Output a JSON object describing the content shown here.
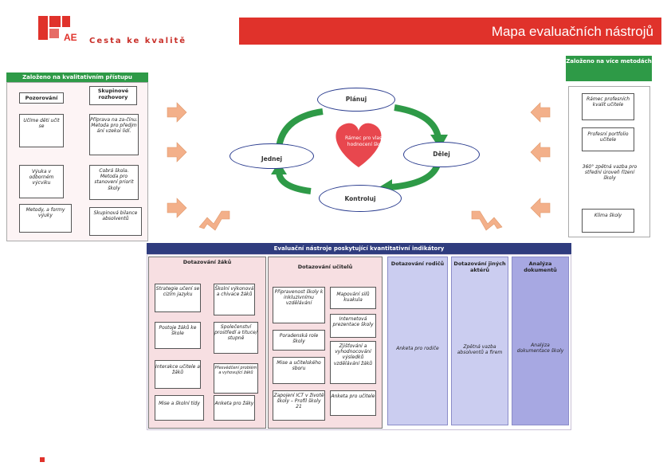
{
  "header": {
    "title": "Mapa evaluačních nástrojů",
    "tagline": "Cesta ke kvalitě",
    "logo_text": "AE"
  },
  "qualitative": {
    "title": "Založeno na kvalitativním přístupu",
    "col1_header": "Pozorování",
    "col2_header": "Skupinové rozhovory",
    "col1_items": [
      "Učíme děti učit se",
      "Výuka v odborném výcviku",
      "Metody, a formy výuky"
    ],
    "col2_items": [
      "Příprava na za-čínu. Metoda pro předjm ání vzekoi lidí.",
      "Cobrá škola. Metoda pro stanovení priorit školy",
      "Skupinová bilance absolventů"
    ]
  },
  "multi_methods": {
    "title": "Založeno na více metodách",
    "items": [
      "Rámec profesních kvalit učitele",
      "Profesní portfolio učitele",
      "360° zpětná vazba pro střední úroveň řízení školy",
      "Klima školy"
    ]
  },
  "cycle": {
    "plan": "Plánuj",
    "do": "Jednej",
    "act": "Dělej",
    "check": "Kontroluj",
    "heart": "Rámec pro vlastní hodnocení školy"
  },
  "quantitative": {
    "title": "Evaluační nástroje poskytující kvantitativní indikátory",
    "students": {
      "header": "Dotazování žáků",
      "items": [
        "Strategie učení se cizím jazyku",
        "Školní výkonová a chivace žáků",
        "Postoje žáků ke škole",
        "Společenství prostředí a tituce/ stupně",
        "Interakce učitele a žáků",
        "Přesvědčení problém a vyhovující žáků",
        "Mise a školní tídy",
        "Anketa pro žáky"
      ]
    },
    "teachers": {
      "header": "Dotazování učitelů",
      "items": [
        "Připravenost školy k inkluzivnímu vzdělávání",
        "Mapování silů kuakula",
        "Internetová prezentace školy",
        "Poradenská role školy",
        "Zjišťování a vyhodnocování výsledků vzdělávání žáků",
        "Mise a učitelského sboru",
        "Zapojení ICT v životě školy – Profil školy 21",
        "Anketa pro učitele"
      ]
    },
    "parents": {
      "header": "Dotazování rodičů",
      "item": "Anketa pro rodiče"
    },
    "others": {
      "header": "Dotazování jiných aktérů",
      "item": "Zpětná vazba absolventů a firem"
    },
    "documents": {
      "header": "Analýza dokumentů",
      "item": "Analýza dokumentace školy"
    }
  },
  "colors": {
    "brand_red": "#e0322b",
    "green": "#2e9a47",
    "navy": "#2f3c7e",
    "lavender": "#cbcdf0",
    "pink": "#f6e0e2",
    "heart": "#e8474e",
    "arrow": "#f3b08a"
  }
}
